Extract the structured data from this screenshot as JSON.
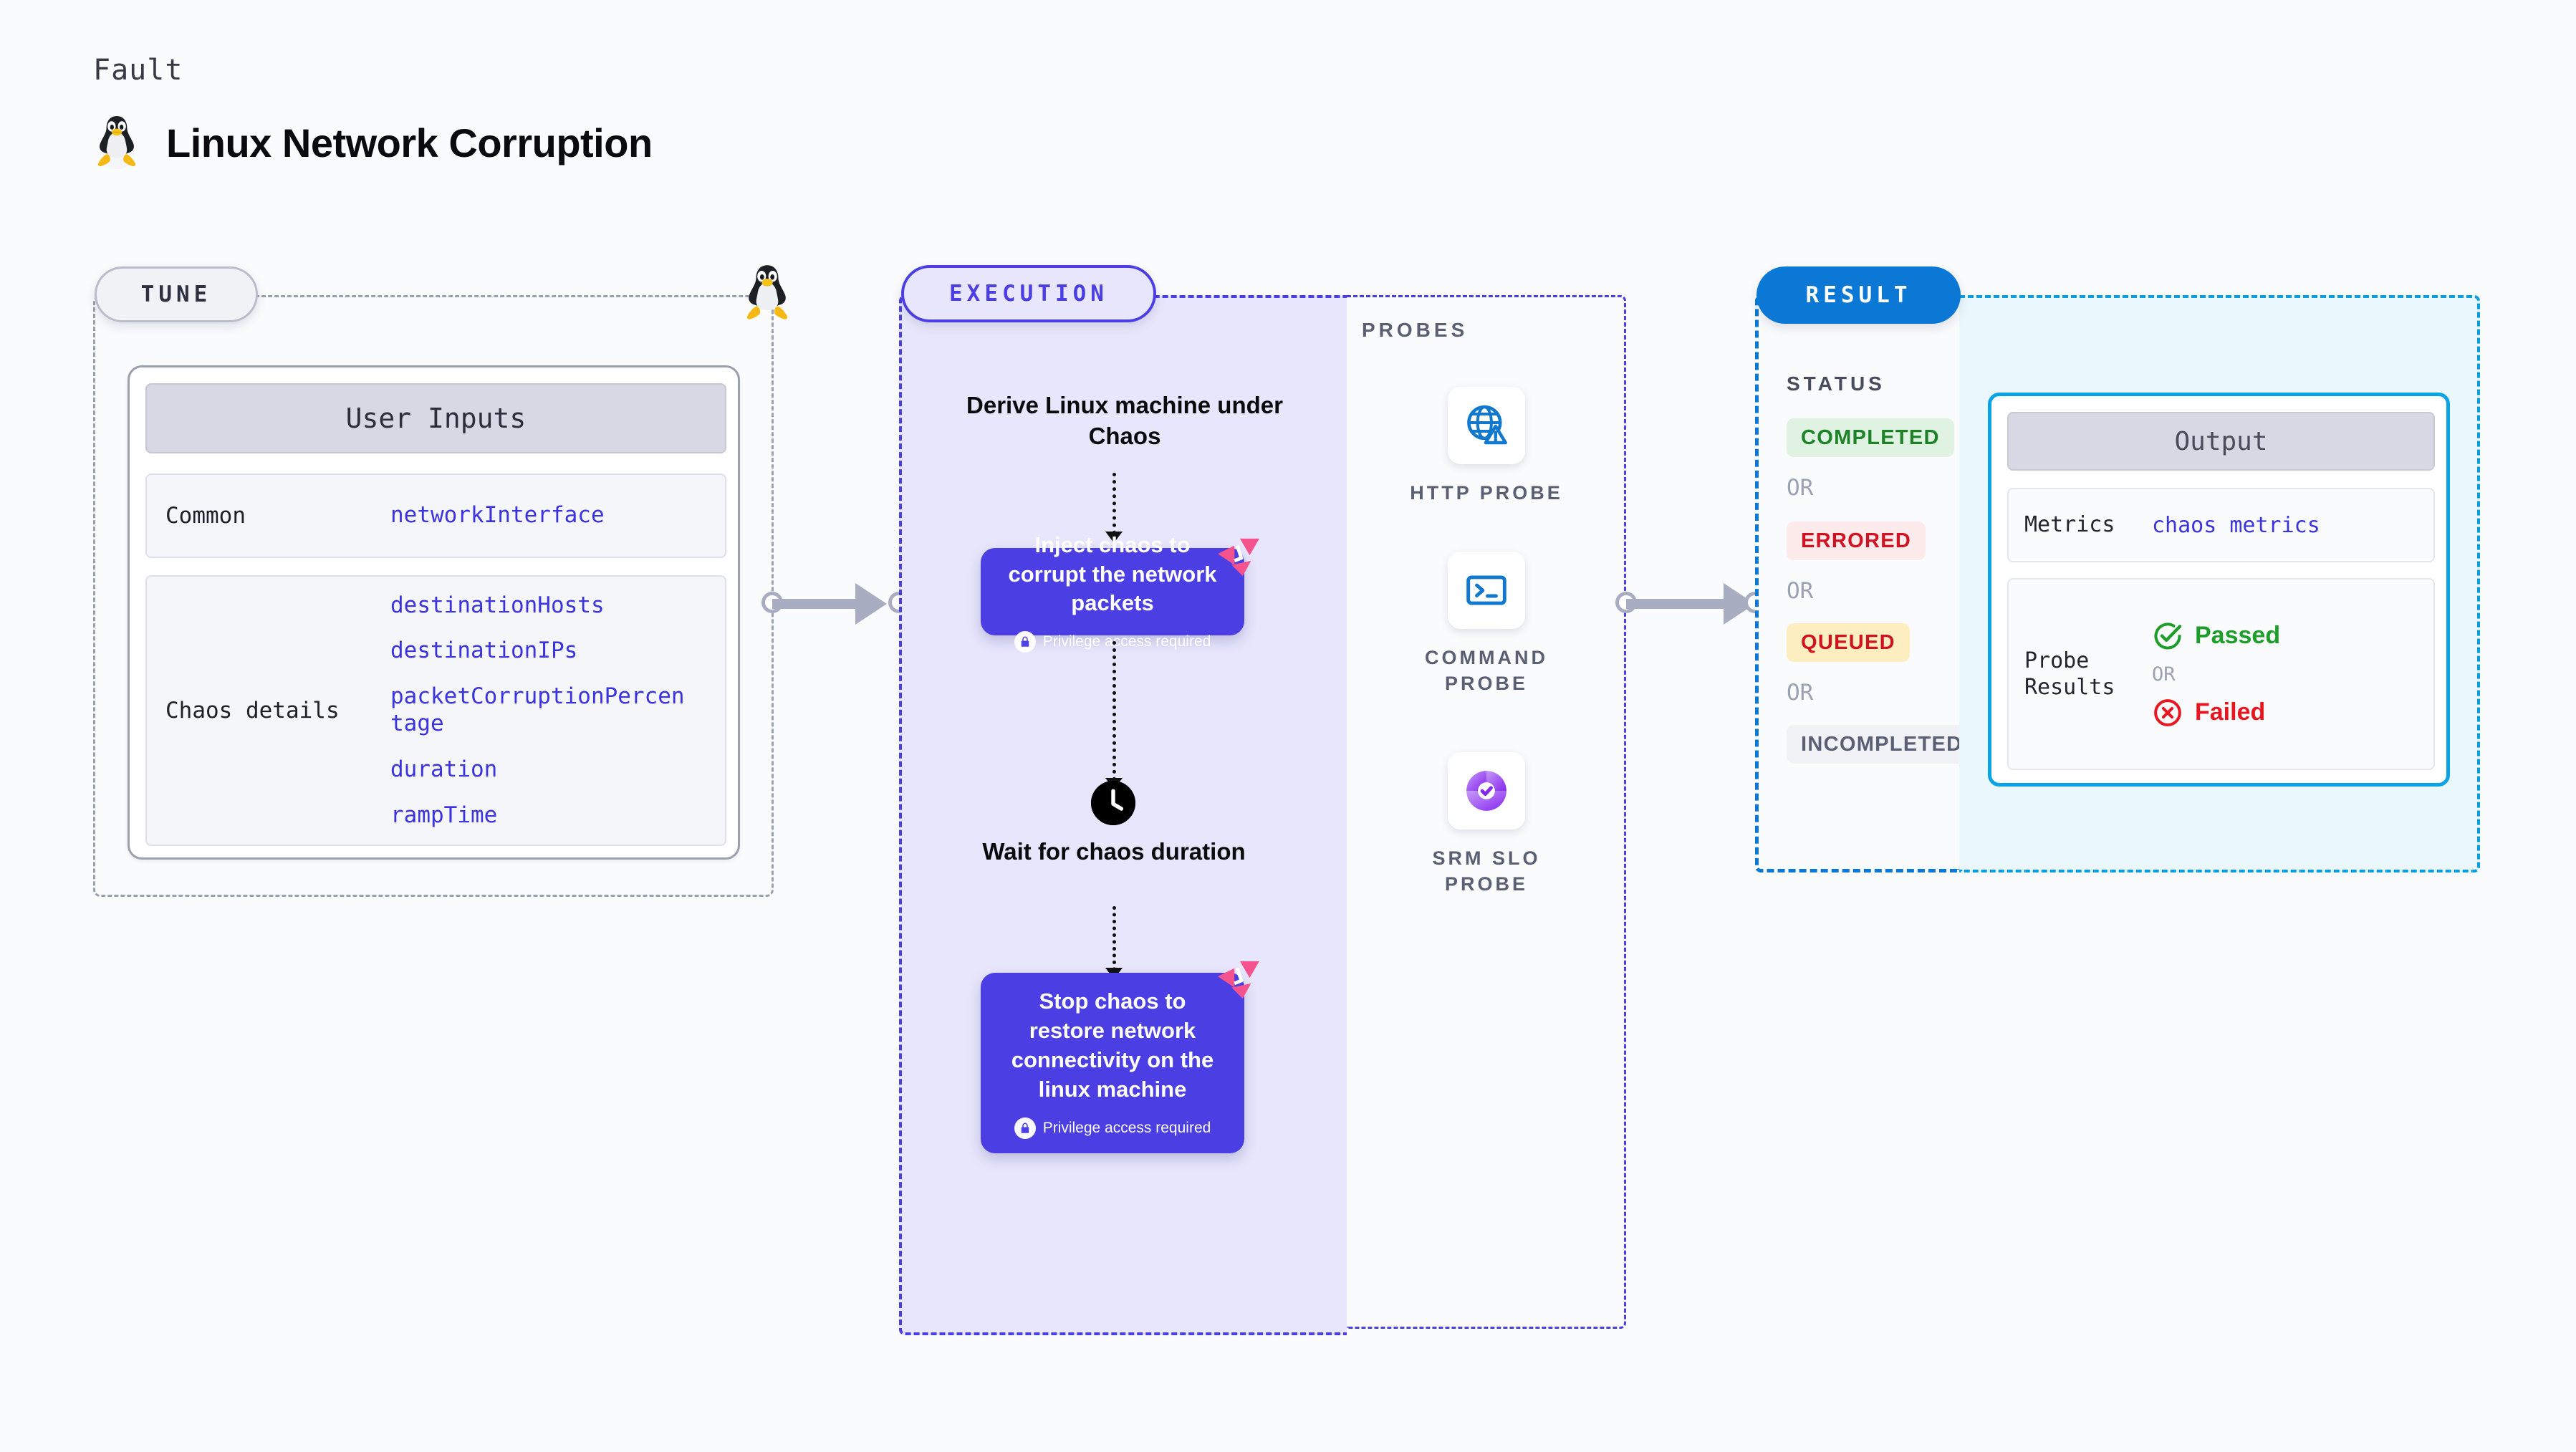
{
  "header": {
    "kicker": "Fault",
    "title": "Linux Network Corruption",
    "icon": "linux-penguin-icon"
  },
  "tune": {
    "chip_label": "TUNE",
    "card_title": "User Inputs",
    "rows": [
      {
        "label": "Common",
        "values": [
          "networkInterface"
        ]
      },
      {
        "label": "Chaos details",
        "values": [
          "destinationHosts",
          "destinationIPs",
          "packetCorruptionPercentage",
          "duration",
          "rampTime"
        ]
      }
    ]
  },
  "execution": {
    "chip_label": "EXECUTION",
    "steps": [
      {
        "type": "title",
        "text": "Derive Linux machine under Chaos"
      },
      {
        "type": "box",
        "text": "Inject chaos to corrupt the network packets",
        "privilege": "Privilege access required"
      },
      {
        "type": "clock",
        "text": "Wait for chaos duration"
      },
      {
        "type": "box",
        "text": "Stop chaos to restore network connectivity on the linux machine",
        "privilege": "Privilege access required"
      }
    ]
  },
  "probes": {
    "section_label": "PROBES",
    "items": [
      {
        "icon": "globe-warning-icon",
        "label": "HTTP PROBE"
      },
      {
        "icon": "terminal-prompt-icon",
        "label": "COMMAND PROBE"
      },
      {
        "icon": "slo-donut-check-icon",
        "label": "SRM SLO PROBE"
      }
    ]
  },
  "result": {
    "chip_label": "RESULT",
    "status_label": "STATUS",
    "or_label": "OR",
    "statuses": [
      {
        "label": "COMPLETED",
        "text_color": "#1d8227",
        "bg_color": "#e0f3e2"
      },
      {
        "label": "ERRORED",
        "text_color": "#cf1322",
        "bg_color": "#fdeaea"
      },
      {
        "label": "QUEUED",
        "text_color": "#cf1322",
        "bg_color": "#fdeec2"
      },
      {
        "label": "INCOMPLETED",
        "text_color": "#5a5f73",
        "bg_color": "#f1f2f6"
      }
    ]
  },
  "output": {
    "card_title": "Output",
    "metrics_label": "Metrics",
    "metrics_value": "chaos metrics",
    "probe_results_label": "Probe Results",
    "passed_label": "Passed",
    "failed_label": "Failed",
    "or_label": "OR",
    "passed_color": "#1d9e2a",
    "failed_color": "#e8161f"
  },
  "colors": {
    "accent_purple": "#4b3fe4",
    "accent_blue": "#0a78d4",
    "accent_cyan": "#0aa4e6",
    "link_blue": "#3b33e0",
    "connector_gray": "#a9adc2"
  }
}
